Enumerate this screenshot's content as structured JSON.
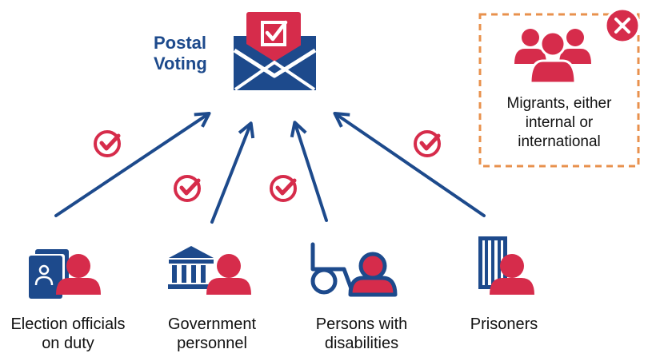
{
  "title": {
    "line1": "Postal",
    "line2": "Voting"
  },
  "eligible": [
    {
      "line1": "Election officials",
      "line2": "on duty"
    },
    {
      "line1": "Government",
      "line2": "personnel"
    },
    {
      "line1": "Persons with",
      "line2": "disabilities"
    },
    {
      "line1": "Prisoners",
      "line2": ""
    }
  ],
  "excluded": {
    "line1": "Migrants, either",
    "line2": "internal or",
    "line3": "international"
  },
  "icons": {
    "main": "envelope-with-ballot-icon",
    "eligible": [
      "id-card-person-icon",
      "government-building-person-icon",
      "wheelchair-person-icon",
      "prison-door-person-icon"
    ],
    "approved": "check-circle-icon",
    "excluded": "group-of-people-icon",
    "excluded_mark": "x-circle-icon"
  },
  "colors": {
    "blue": "#1d4a8c",
    "red": "#d62c4b",
    "orange": "#e8914d",
    "text": "#111111"
  }
}
